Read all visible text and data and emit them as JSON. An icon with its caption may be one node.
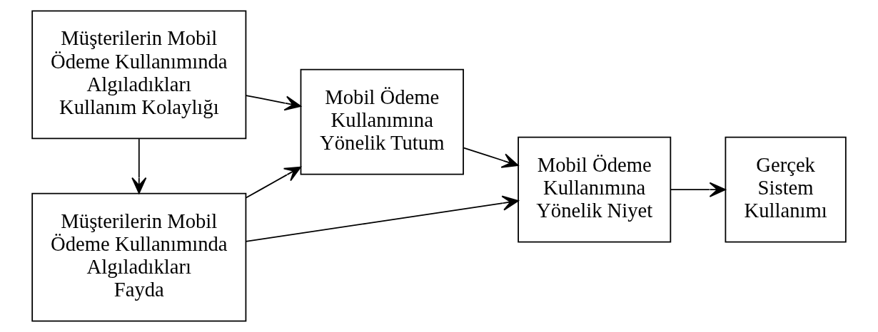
{
  "diagram": {
    "nodes": [
      {
        "text": [
          "Müşterilerin Mobil Ödeme Kullanımında Algıladıkları Fayda"
        ]
      },
      {
        "text": [
          "Müşterilerin Mobil Ödeme Kullanımında Algıladıkları Kullanım Kolaylığı"
        ]
      },
      {
        "text": [
          "Mobil Ödeme Kullanımına Yönelik Tutum"
        ]
      },
      {
        "text": [
          "Mobil Ödeme Kullanımına Yönelik Niyet"
        ]
      },
      {
        "text": [
          "Gerçek Sistem Kullanımı"
        ]
      }
    ],
    "edges": [
      {
        "from": 1,
        "to": 0,
        "arrow": "to"
      },
      {
        "from": 0,
        "to": 2,
        "arrow": "to"
      },
      {
        "from": 1,
        "to": 2,
        "arrow": "to"
      },
      {
        "from": 0,
        "to": 3,
        "arrow": "to"
      },
      {
        "from": 2,
        "to": 3,
        "arrow": "to"
      },
      {
        "from": 3,
        "to": 4,
        "arrow": "to"
      }
    ]
  }
}
